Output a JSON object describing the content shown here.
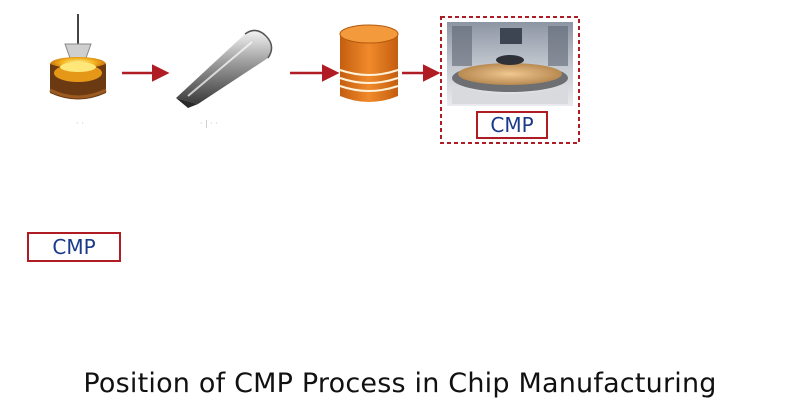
{
  "diagram": {
    "caption": "Position of CMP Process in Chip Manufacturing",
    "cmp_label_top": "CMP",
    "cmp_label_left": "CMP"
  },
  "colors": {
    "arrow": "#b01c24",
    "wafer": "#d9731e",
    "layer": "#f2e400",
    "resist": "#e8e8e8",
    "chip": "#2d4fb5",
    "die_mark": "#e8262a"
  },
  "icons": [
    "crucible-melt-icon",
    "silicon-ingot-icon",
    "wafer-stack-icon",
    "cmp-machine-photo",
    "wafer-disc-icon",
    "wafer-cross-section",
    "transistor-cross-section",
    "die-grid-wafer-icon",
    "ic-chip-icon"
  ]
}
